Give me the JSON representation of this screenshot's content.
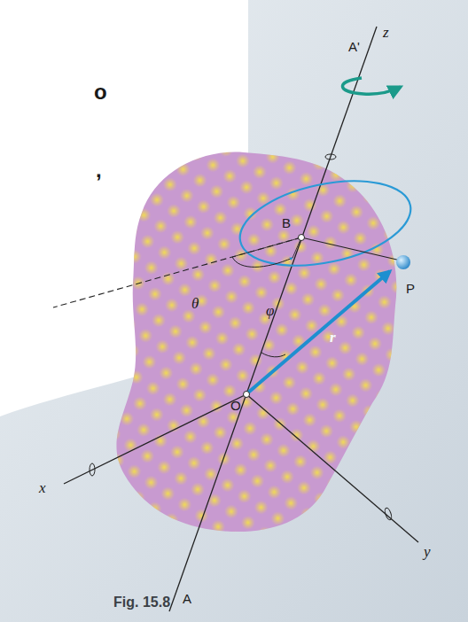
{
  "diagram": {
    "caption": "Fig. 15.8",
    "labels": [
      "z",
      "o",
      "A'",
      "B",
      ",",
      "θ",
      "φ",
      "P",
      "r",
      "O",
      "x",
      "y",
      "A"
    ]
  }
}
